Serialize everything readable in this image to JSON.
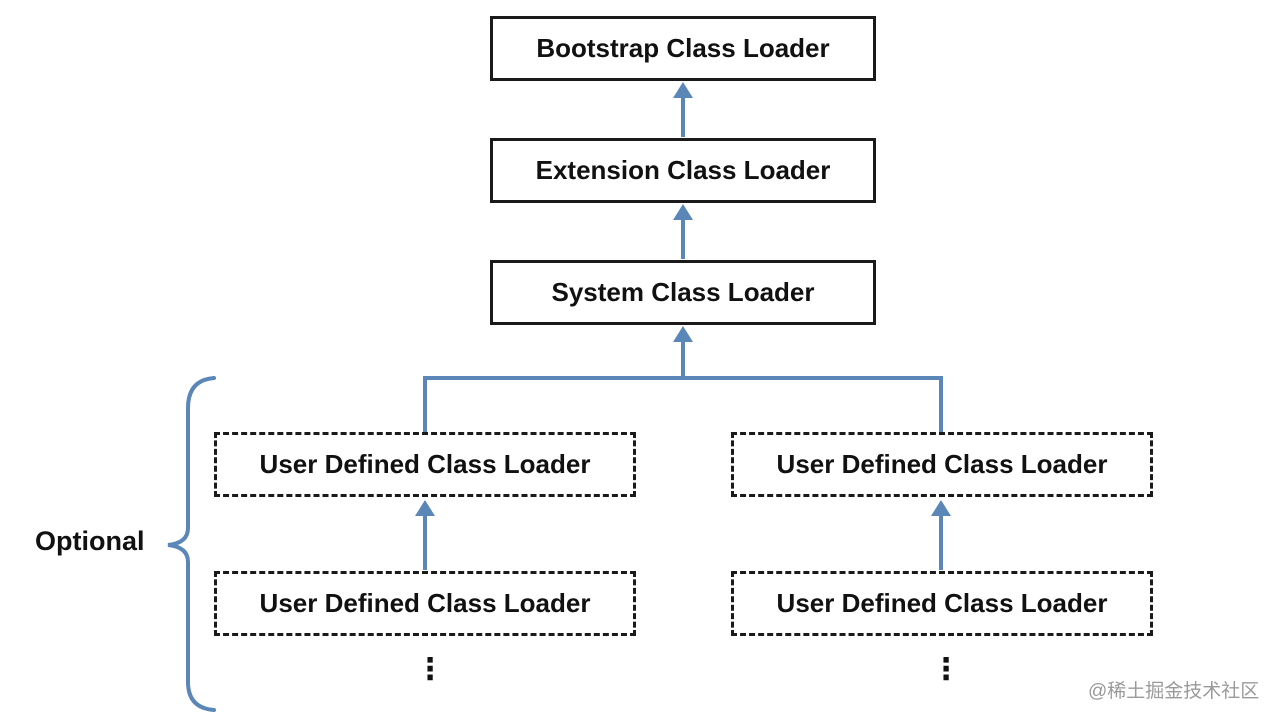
{
  "diagram": {
    "nodes": {
      "bootstrap": "Bootstrap Class Loader",
      "extension": "Extension Class Loader",
      "system": "System Class Loader",
      "user_left_1": "User Defined Class Loader",
      "user_right_1": "User Defined Class Loader",
      "user_left_2": "User Defined Class Loader",
      "user_right_2": "User Defined Class Loader"
    },
    "continuation": "⋮",
    "brace_label": "Optional",
    "edges": [
      {
        "from": "extension",
        "to": "bootstrap"
      },
      {
        "from": "system",
        "to": "extension"
      },
      {
        "from": "user_left_1",
        "to": "system"
      },
      {
        "from": "user_right_1",
        "to": "system"
      },
      {
        "from": "user_left_2",
        "to": "user_left_1"
      },
      {
        "from": "user_right_2",
        "to": "user_right_1"
      }
    ],
    "colors": {
      "connector": "#5b86b8",
      "border": "#1a1a1a"
    }
  },
  "watermark": "@稀土掘金技术社区"
}
